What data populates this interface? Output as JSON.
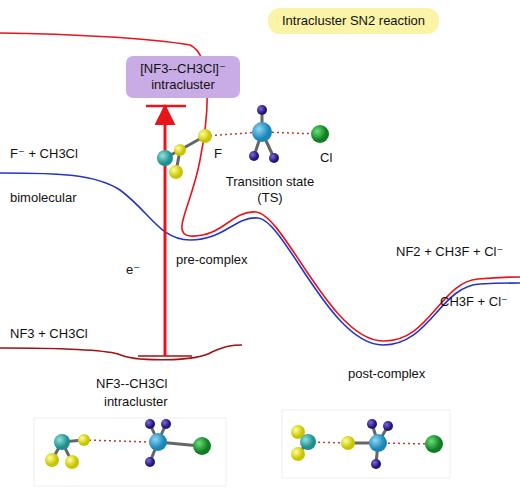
{
  "diagram": {
    "title": "Intracluster SN2 reaction",
    "nodes": [
      {
        "text": [
          "[NF3--CH3Cl]⁻ intracluster"
        ]
      }
    ],
    "labels": [
      "F⁻ + CH3Cl",
      "bimolecular",
      "e⁻",
      "pre-complex",
      "Transition state (TS)",
      "F",
      "Cl",
      "NF2 + CH3F + Cl⁻",
      "CH3F + Cl⁻",
      "post-complex",
      "NF3 + CH3Cl",
      "NF3--CH3Cl",
      "intracluster"
    ]
  }
}
